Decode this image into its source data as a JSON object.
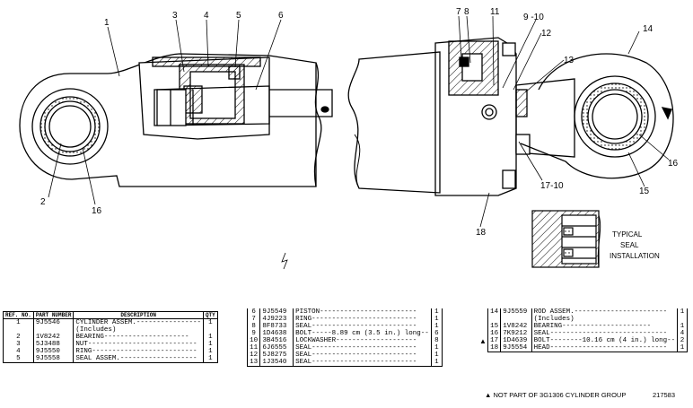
{
  "callouts": {
    "c1": "1",
    "c2": "2",
    "c3": "3",
    "c4": "4",
    "c5": "5",
    "c6": "6",
    "c7": "7",
    "c8": "8",
    "c9": "9 -10",
    "c11": "11",
    "c12": "12",
    "c13": "13",
    "c14": "14",
    "c15": "15",
    "c16a": "16",
    "c16b": "16",
    "c17": "17-10",
    "c18": "18"
  },
  "seal_note": [
    "TYPICAL",
    "SEAL",
    "INSTALLATION"
  ],
  "table_left": {
    "headers": {
      "no": "REF. NO.",
      "part": "PART NUMBER",
      "desc": "DESCRIPTION",
      "qty": "QTY"
    },
    "rows": [
      {
        "no": "1",
        "part": "9J5546",
        "desc": "CYLINDER ASSEM.----------------",
        "qty": "1"
      },
      {
        "no": "",
        "part": "",
        "desc": "    (Includes)",
        "qty": ""
      },
      {
        "no": "2",
        "part": "1V8242",
        "desc": "    BEARING---------------------",
        "qty": "1"
      },
      {
        "no": "3",
        "part": "5J3488",
        "desc": "NUT---------------------------",
        "qty": "1"
      },
      {
        "no": "4",
        "part": "9J5550",
        "desc": "RING--------------------------",
        "qty": "1"
      },
      {
        "no": "5",
        "part": "9J5558",
        "desc": "SEAL ASSEM.-------------------",
        "qty": "1"
      }
    ]
  },
  "table_mid": {
    "rows": [
      {
        "no": "6",
        "part": "9J5549",
        "desc": "PISTON------------------------",
        "qty": "1"
      },
      {
        "no": "7",
        "part": "4J9223",
        "desc": "RING--------------------------",
        "qty": "1"
      },
      {
        "no": "8",
        "part": "8F8733",
        "desc": "SEAL--------------------------",
        "qty": "1"
      },
      {
        "no": "9",
        "part": "1D4638",
        "desc": "BOLT-----8.89 cm (3.5 in.) long--",
        "qty": "6"
      },
      {
        "no": "10",
        "part": "3B4516",
        "desc": "LOCKWASHER--------------------",
        "qty": "8"
      },
      {
        "no": "11",
        "part": "6J6555",
        "desc": "SEAL--------------------------",
        "qty": "1"
      },
      {
        "no": "12",
        "part": "5J8275",
        "desc": "SEAL--------------------------",
        "qty": "1"
      },
      {
        "no": "13",
        "part": "1J3540",
        "desc": "SEAL--------------------------",
        "qty": "1"
      }
    ]
  },
  "table_right": {
    "rows": [
      {
        "mark": "",
        "no": "14",
        "part": "9J5559",
        "desc": "ROD ASSEM.-----------------------",
        "qty": "1"
      },
      {
        "mark": "",
        "no": "",
        "part": "",
        "desc": "    (Includes)",
        "qty": ""
      },
      {
        "mark": "",
        "no": "15",
        "part": "1V8242",
        "desc": "    BEARING----------------------",
        "qty": "1"
      },
      {
        "mark": "▲",
        "no": "16",
        "part": "7K9212",
        "desc": "SEAL-----------------------------",
        "qty": "4"
      },
      {
        "mark": "",
        "no": "17",
        "part": "1D4639",
        "desc": "BOLT--------10.16 cm (4 in.) long--",
        "qty": "2"
      },
      {
        "mark": "",
        "no": "18",
        "part": "9J5554",
        "desc": "HEAD-----------------------------",
        "qty": "1"
      }
    ]
  },
  "footnote": "▲ NOT PART OF 3G1306 CYLINDER GROUP",
  "figure_code": "217583"
}
